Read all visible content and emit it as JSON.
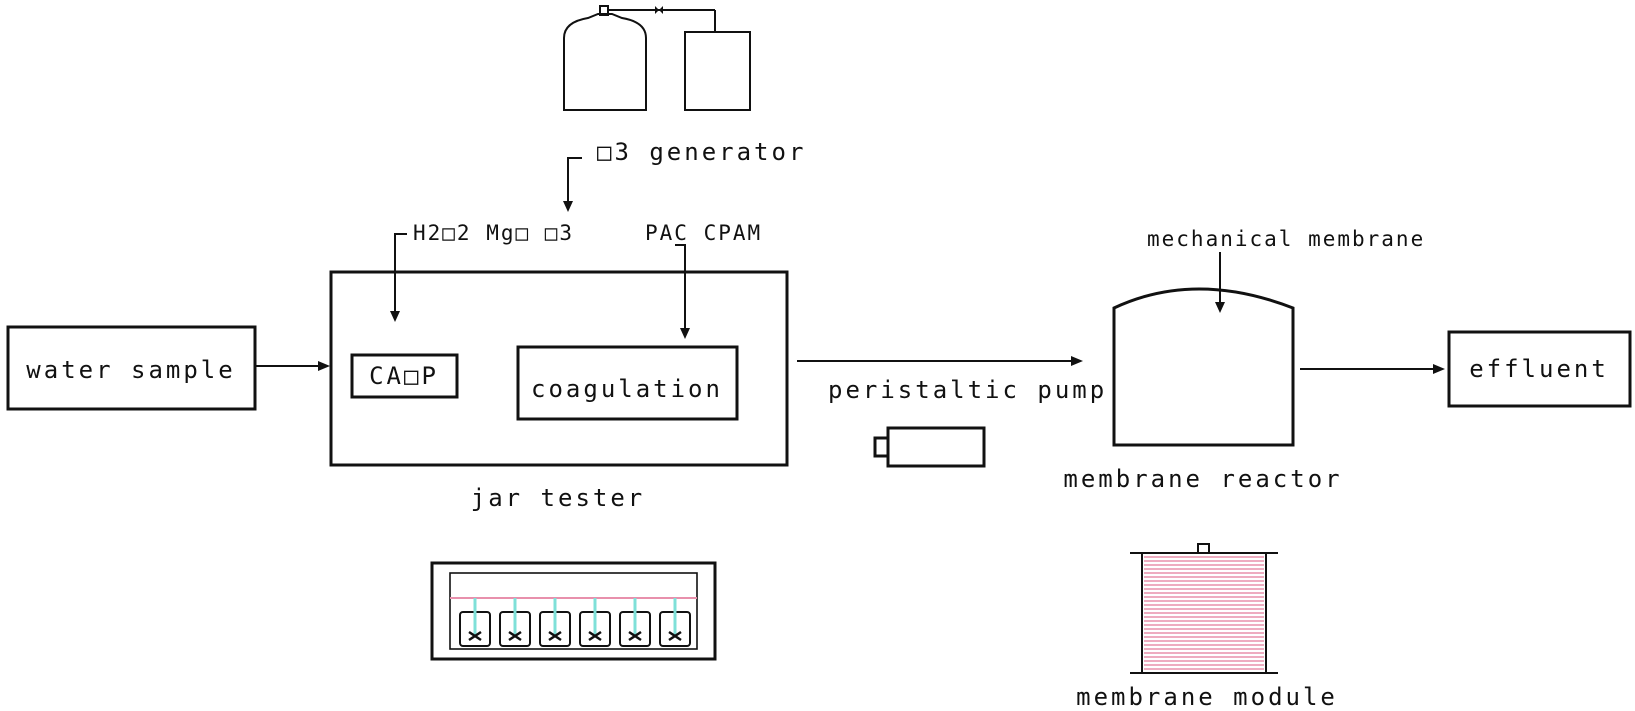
{
  "diagram": {
    "nodes": {
      "water_sample": "water sample",
      "caop": "CA□P",
      "coagulation": "coagulation",
      "effluent": "effluent"
    },
    "labels": {
      "o3_generator": "□3 generator",
      "oxidants": "H2□2  Mg□  □3",
      "coagulants": "PAC  CPAM",
      "mechanical_membrane": "mechanical membrane",
      "peristaltic_pump": "peristaltic pump",
      "membrane_reactor": "membrane reactor",
      "jar_tester": "jar tester",
      "membrane_module": "membrane module"
    },
    "colors": {
      "line": "#111111",
      "stirrer_shaft": "#7fe0d8",
      "membrane_fiber": "#e890ac",
      "water_level": "#e890ac"
    }
  }
}
